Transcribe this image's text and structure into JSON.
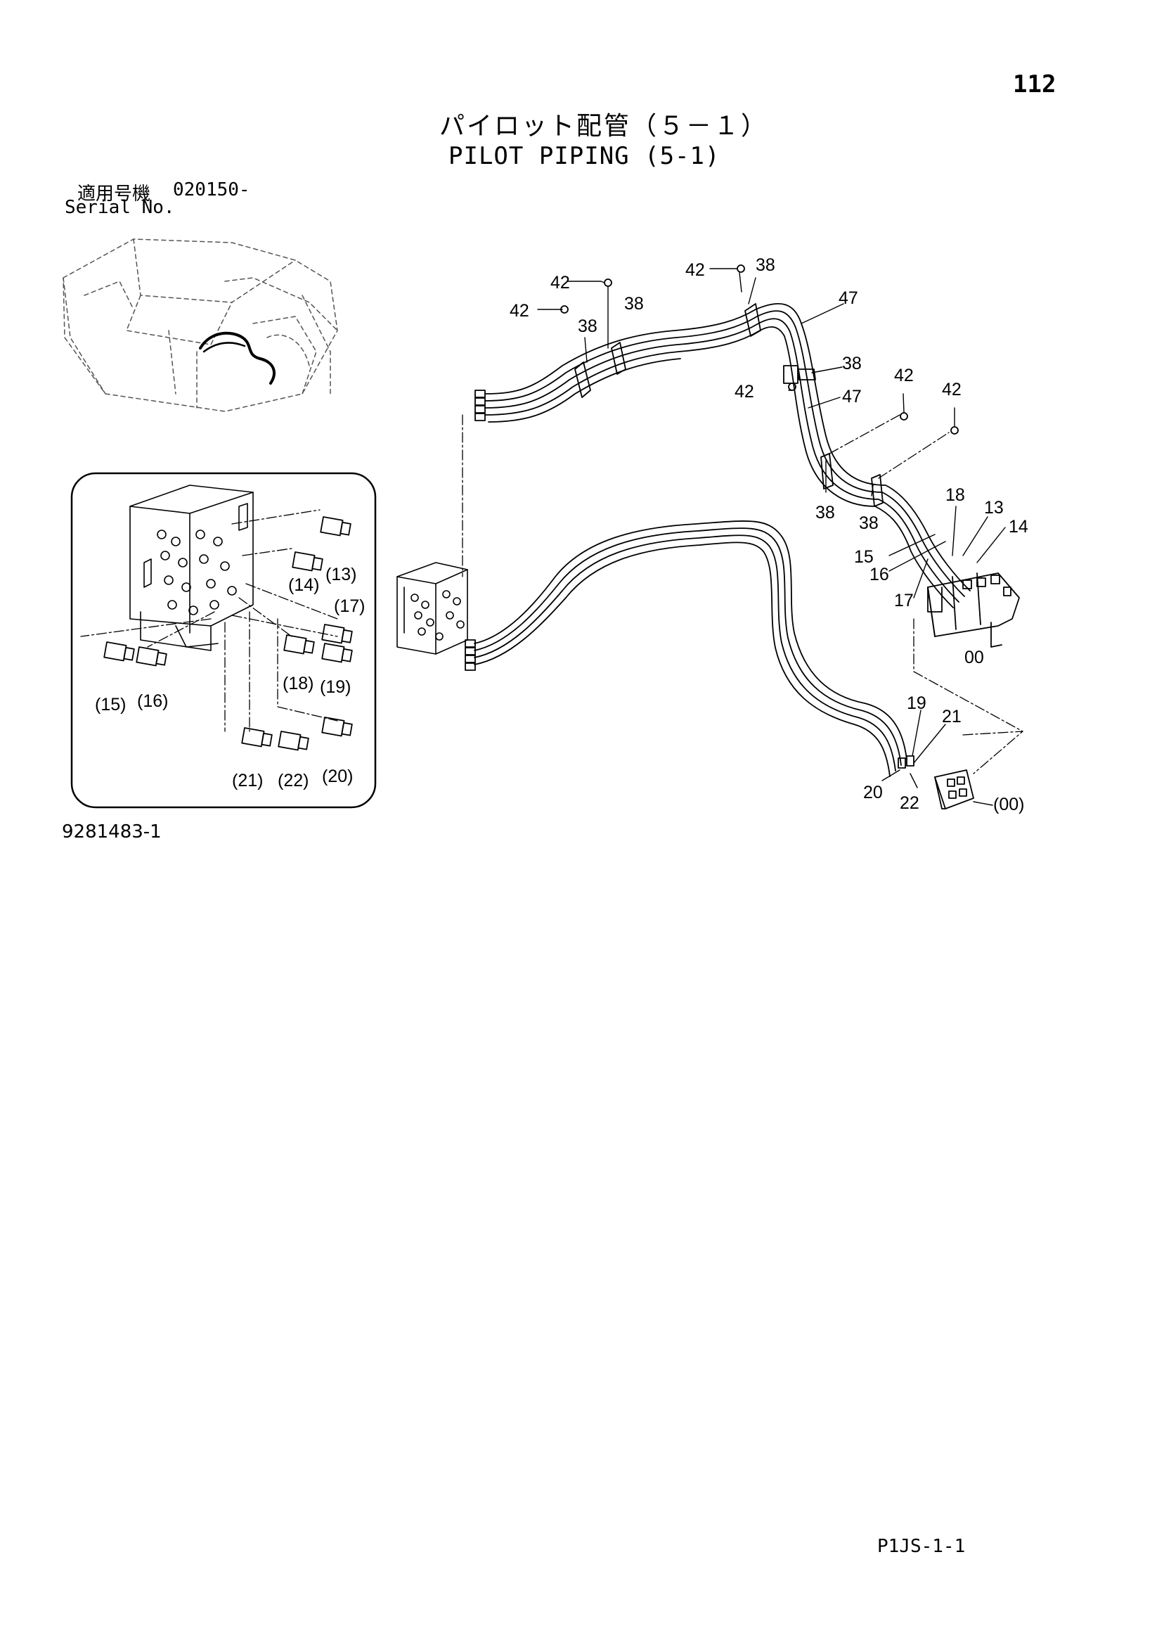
{
  "page": {
    "number": "112",
    "title_jp": "パイロット配管（５－１）",
    "title_en": "PILOT PIPING (5-1)",
    "serial_label_jp": "適用号機",
    "serial_label_en": "Serial No.",
    "serial_value": "020150-",
    "drawing_number": "9281483-1",
    "page_code": "P1JS-1-1"
  },
  "callouts": {
    "c42a": "42",
    "c42b": "42",
    "c42c": "42",
    "c42d": "42",
    "c42e": "42",
    "c42f": "42",
    "c38a": "38",
    "c38b": "38",
    "c38c": "38",
    "c38d": "38",
    "c38e": "38",
    "c38f": "38",
    "c47a": "47",
    "c47b": "47",
    "c18": "18",
    "c13": "13",
    "c14": "14",
    "c15": "15",
    "c16": "16",
    "c17": "17",
    "c00": "00",
    "c19": "19",
    "c21": "21",
    "c20": "20",
    "c22": "22",
    "c00p": "(00)"
  },
  "inset_callouts": {
    "p13": "(13)",
    "p14": "(14)",
    "p17": "(17)",
    "p18": "(18)",
    "p19": "(19)",
    "p15": "(15)",
    "p16": "(16)",
    "p21": "(21)",
    "p22": "(22)",
    "p20": "(20)"
  }
}
